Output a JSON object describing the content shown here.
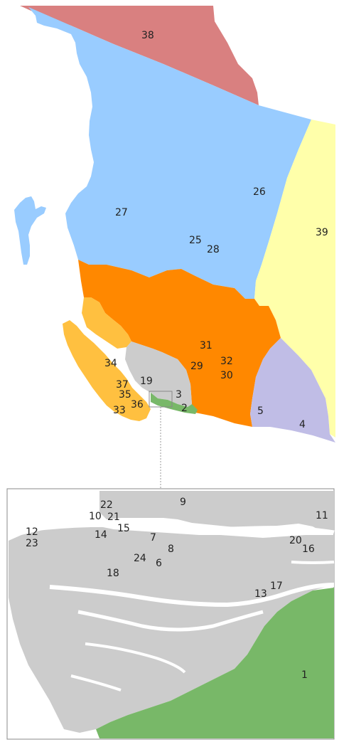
{
  "colors": {
    "red_region": "#d98080",
    "blue_region": "#99ccff",
    "yellow_region": "#ffffaa",
    "orange_region": "#ff8800",
    "light_orange_region": "#ffc040",
    "lavender_region": "#c0bde6",
    "gray_region": "#cccccc",
    "green_region": "#78b868",
    "inset_border": "#888888",
    "leader_line": "#999999",
    "river": "#ffffff"
  },
  "main_labels": [
    "38",
    "26",
    "27",
    "25",
    "28",
    "39",
    "31",
    "29",
    "32",
    "30",
    "34",
    "37",
    "19",
    "35",
    "36",
    "33",
    "3",
    "2",
    "5",
    "4"
  ],
  "inset_labels": [
    "22",
    "10",
    "21",
    "9",
    "11",
    "12",
    "23",
    "14",
    "15",
    "7",
    "8",
    "24",
    "6",
    "18",
    "20",
    "16",
    "17",
    "13",
    "1"
  ]
}
